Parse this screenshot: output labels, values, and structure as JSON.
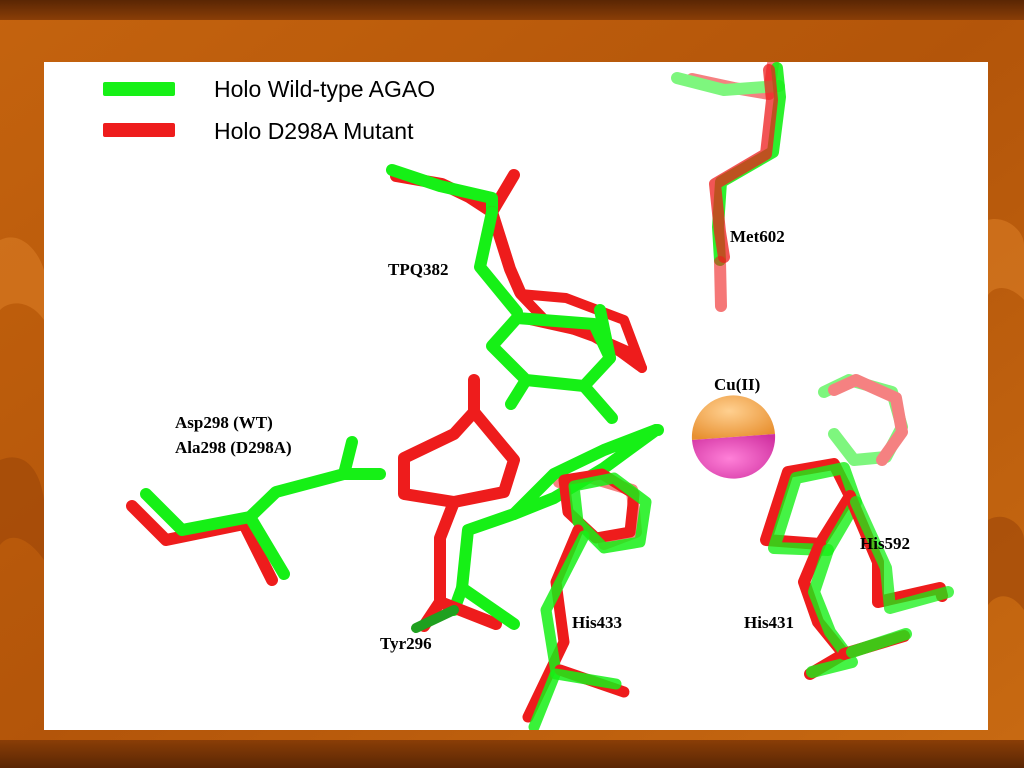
{
  "legend": [
    {
      "label": "Holo Wild-type AGAO",
      "color": "#16f016"
    },
    {
      "label": "Holo D298A Mutant",
      "color": "#ee1c1c"
    }
  ],
  "residues": {
    "met602": "Met602",
    "tpq382": "TPQ382",
    "cu": "Cu(II)",
    "asp298_wt": "Asp298 (WT)",
    "ala298_mut": "Ala298 (D298A)",
    "his592": "His592",
    "his433": "His433",
    "his431": "His431",
    "tyr296": "Tyr296"
  },
  "colors": {
    "wild_type": "#16f016",
    "mutant": "#ee1c1c",
    "copper_upper": "#f0a040",
    "copper_lower": "#e040b0",
    "background": "#b5580c",
    "frame_band": "#6b2f05"
  }
}
